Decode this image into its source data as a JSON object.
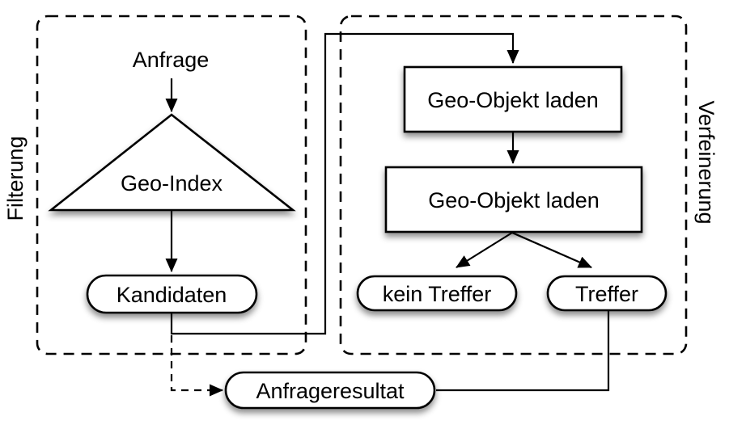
{
  "colors": {
    "stroke": "#000000",
    "node-fill": "#ffffff",
    "background": "#ffffff"
  },
  "sections": {
    "filterung": {
      "label": "Filterung"
    },
    "verfeinerung": {
      "label": "Verfeinerung"
    }
  },
  "nodes": {
    "anfrage": {
      "label": "Anfrage",
      "shape": "text"
    },
    "geo_index": {
      "label": "Geo-Index",
      "shape": "triangle"
    },
    "kandidaten": {
      "label": "Kandidaten",
      "shape": "pill"
    },
    "geo_objekt_laden_1": {
      "label": "Geo-Objekt laden",
      "shape": "rect"
    },
    "geo_objekt_laden_2": {
      "label": "Geo-Objekt laden",
      "shape": "rect"
    },
    "kein_treffer": {
      "label": "kein Treffer",
      "shape": "pill"
    },
    "treffer": {
      "label": "Treffer",
      "shape": "pill"
    },
    "anfrageresultat": {
      "label": "Anfrageresultat",
      "shape": "pill"
    }
  },
  "edges": [
    {
      "from": "anfrage",
      "to": "geo_index",
      "style": "solid-arrow"
    },
    {
      "from": "geo_index",
      "to": "kandidaten",
      "style": "solid-arrow"
    },
    {
      "from": "kandidaten",
      "to": "geo_objekt_laden_1",
      "style": "solid-arrow"
    },
    {
      "from": "geo_objekt_laden_1",
      "to": "geo_objekt_laden_2",
      "style": "solid-arrow"
    },
    {
      "from": "geo_objekt_laden_2",
      "to": "kein_treffer",
      "style": "solid-arrow"
    },
    {
      "from": "geo_objekt_laden_2",
      "to": "treffer",
      "style": "solid-arrow"
    },
    {
      "from": "treffer",
      "to": "anfrageresultat",
      "style": "solid-line"
    },
    {
      "from": "kandidaten",
      "to": "anfrageresultat",
      "style": "dashed-arrow"
    }
  ]
}
